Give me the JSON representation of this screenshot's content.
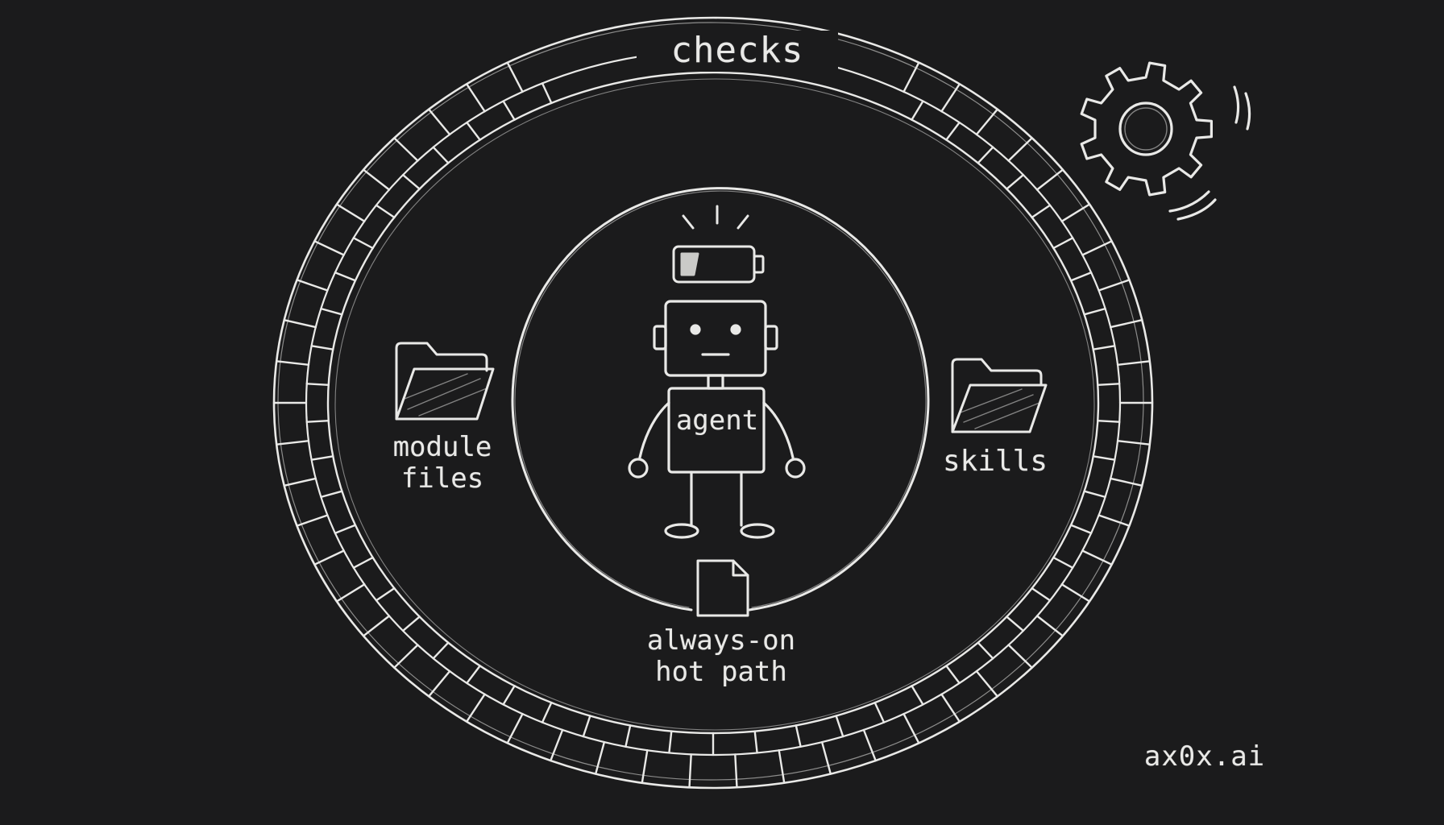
{
  "outer_ring": {
    "label": "checks"
  },
  "core": {
    "label": "agent"
  },
  "left_item": {
    "label": "module\nfiles",
    "icon": "folder-icon"
  },
  "right_item": {
    "label": "skills",
    "icon": "folder-icon"
  },
  "bottom_item": {
    "label": "always-on\nhot path",
    "icon": "document-icon"
  },
  "watermark": {
    "text": "ax0x.ai"
  },
  "decor": {
    "battery_icon": "battery-low-icon",
    "gear_icon": "gear-icon"
  },
  "colors": {
    "background": "#1b1b1c",
    "chalk": "#e9e9e7"
  }
}
